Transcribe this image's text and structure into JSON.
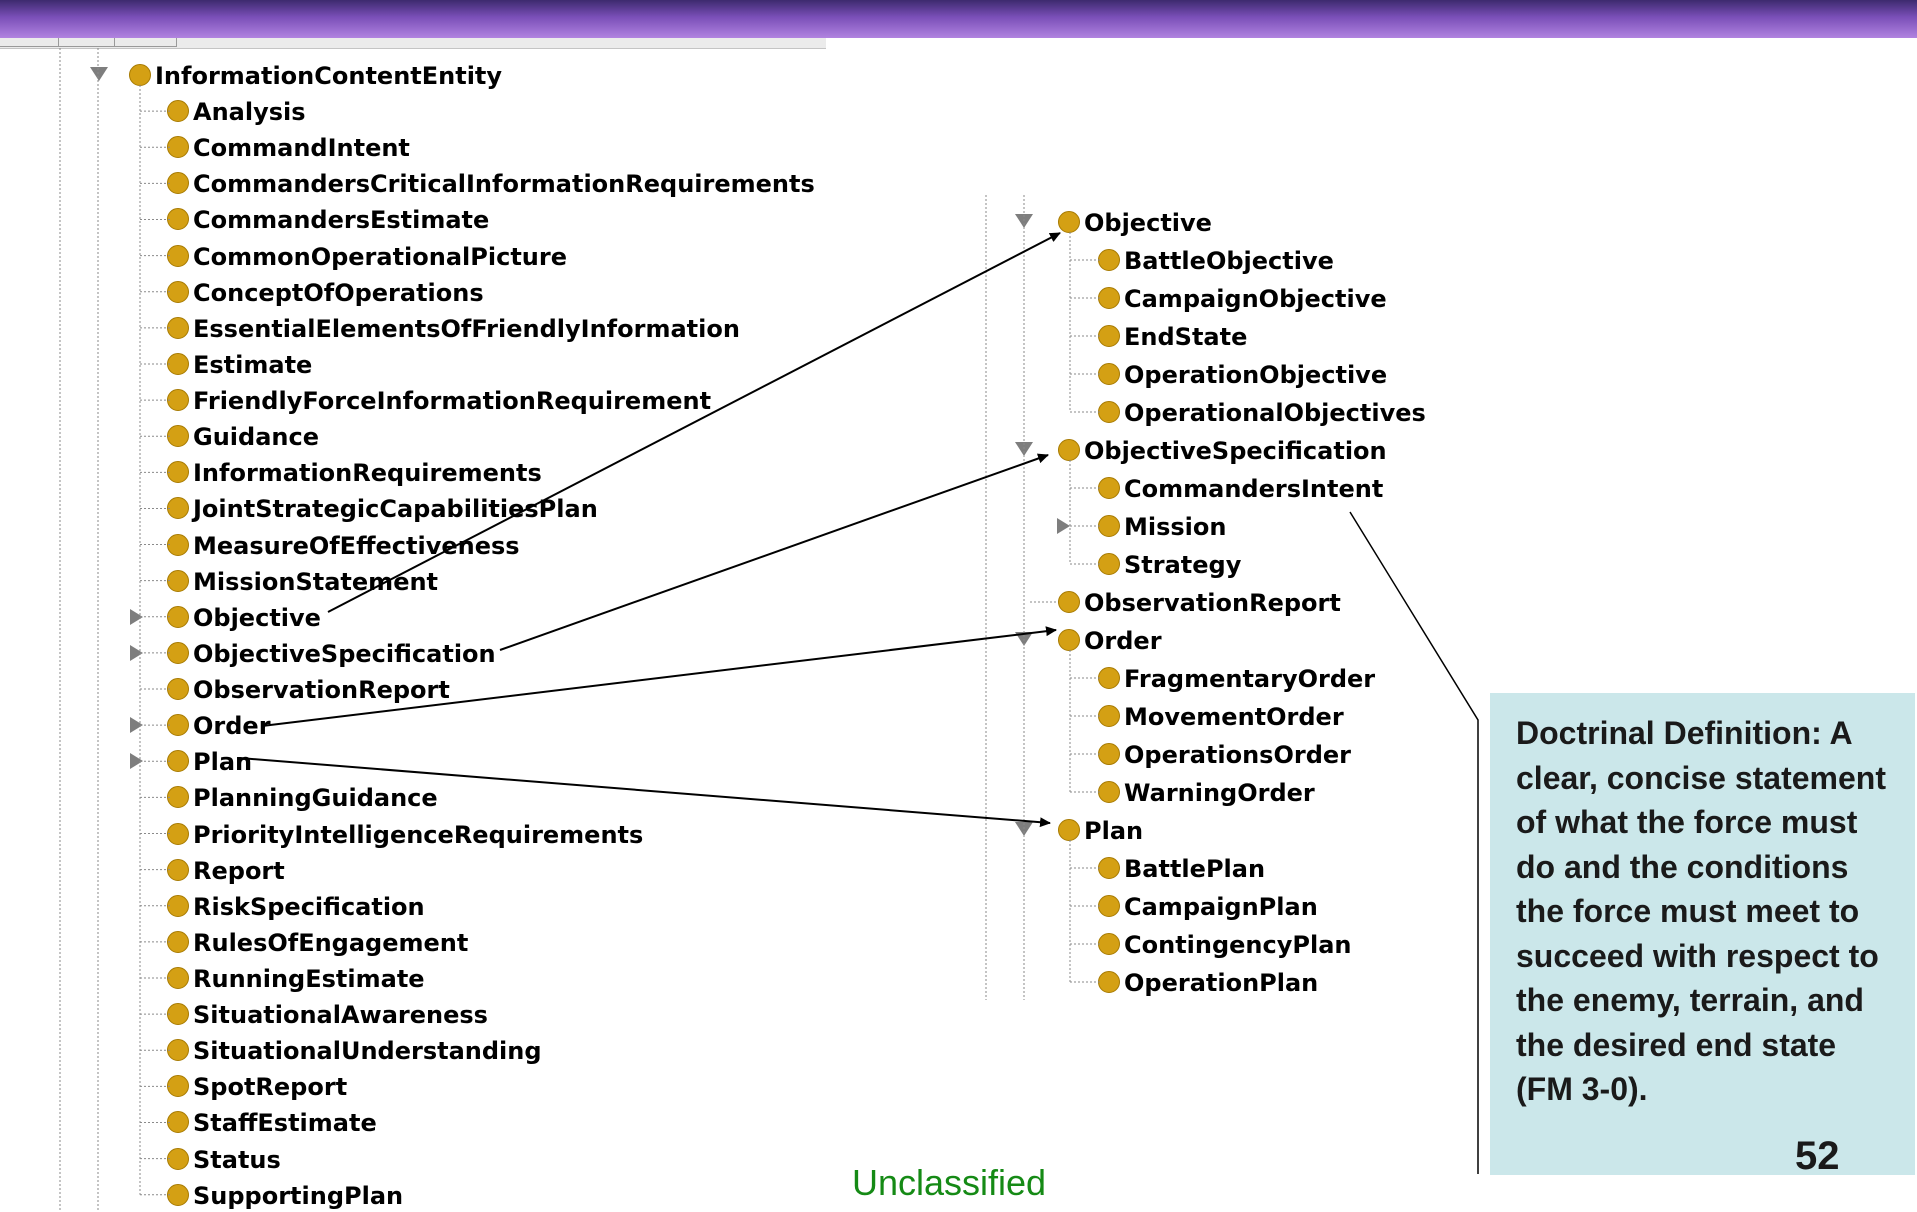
{
  "left_tree": {
    "root": "InformationContentEntity",
    "children": [
      {
        "label": "Analysis",
        "expandable": false
      },
      {
        "label": "CommandIntent",
        "expandable": false
      },
      {
        "label": "CommandersCriticalInformationRequirements",
        "expandable": false
      },
      {
        "label": "CommandersEstimate",
        "expandable": false
      },
      {
        "label": "CommonOperationalPicture",
        "expandable": false
      },
      {
        "label": "ConceptOfOperations",
        "expandable": false
      },
      {
        "label": "EssentialElementsOfFriendlyInformation",
        "expandable": false
      },
      {
        "label": "Estimate",
        "expandable": false
      },
      {
        "label": "FriendlyForceInformationRequirement",
        "expandable": false
      },
      {
        "label": "Guidance",
        "expandable": false
      },
      {
        "label": "InformationRequirements",
        "expandable": false
      },
      {
        "label": "JointStrategicCapabilitiesPlan",
        "expandable": false
      },
      {
        "label": "MeasureOfEffectiveness",
        "expandable": false
      },
      {
        "label": "MissionStatement",
        "expandable": false
      },
      {
        "label": "Objective",
        "expandable": true
      },
      {
        "label": "ObjectiveSpecification",
        "expandable": true
      },
      {
        "label": "ObservationReport",
        "expandable": false
      },
      {
        "label": "Order",
        "expandable": true
      },
      {
        "label": "Plan",
        "expandable": true
      },
      {
        "label": "PlanningGuidance",
        "expandable": false
      },
      {
        "label": "PriorityIntelligenceRequirements",
        "expandable": false
      },
      {
        "label": "Report",
        "expandable": false
      },
      {
        "label": "RiskSpecification",
        "expandable": false
      },
      {
        "label": "RulesOfEngagement",
        "expandable": false
      },
      {
        "label": "RunningEstimate",
        "expandable": false
      },
      {
        "label": "SituationalAwareness",
        "expandable": false
      },
      {
        "label": "SituationalUnderstanding",
        "expandable": false
      },
      {
        "label": "SpotReport",
        "expandable": false
      },
      {
        "label": "StaffEstimate",
        "expandable": false
      },
      {
        "label": "Status",
        "expandable": false
      },
      {
        "label": "SupportingPlan",
        "expandable": false
      }
    ]
  },
  "right_tree": [
    {
      "label": "Objective",
      "expanded": true,
      "children": [
        {
          "label": "BattleObjective",
          "expandable": false
        },
        {
          "label": "CampaignObjective",
          "expandable": false
        },
        {
          "label": "EndState",
          "expandable": false
        },
        {
          "label": "OperationObjective",
          "expandable": false
        },
        {
          "label": "OperationalObjectives",
          "expandable": false
        }
      ]
    },
    {
      "label": "ObjectiveSpecification",
      "expanded": true,
      "children": [
        {
          "label": "CommandersIntent",
          "expandable": false
        },
        {
          "label": "Mission",
          "expandable": true
        },
        {
          "label": "Strategy",
          "expandable": false
        }
      ]
    },
    {
      "label": "ObservationReport",
      "expanded": false,
      "children": []
    },
    {
      "label": "Order",
      "expanded": true,
      "children": [
        {
          "label": "FragmentaryOrder",
          "expandable": false
        },
        {
          "label": "MovementOrder",
          "expandable": false
        },
        {
          "label": "OperationsOrder",
          "expandable": false
        },
        {
          "label": "WarningOrder",
          "expandable": false
        }
      ]
    },
    {
      "label": "Plan",
      "expanded": true,
      "children": [
        {
          "label": "BattlePlan",
          "expandable": false
        },
        {
          "label": "CampaignPlan",
          "expandable": false
        },
        {
          "label": "ContingencyPlan",
          "expandable": false
        },
        {
          "label": "OperationPlan",
          "expandable": false
        }
      ]
    }
  ],
  "callout": {
    "text": "Doctrinal Definition: A clear, concise statement of what the force must do and the conditions the force must meet to succeed with respect to the enemy, terrain, and the desired end state (FM 3-0)."
  },
  "page_number": "52",
  "footer": "Unclassified",
  "colors": {
    "node_dot": "#d4a014",
    "callout_bg": "#cbe7ea",
    "footer_text": "#158a15",
    "header_bar": "#7a4fb8"
  }
}
